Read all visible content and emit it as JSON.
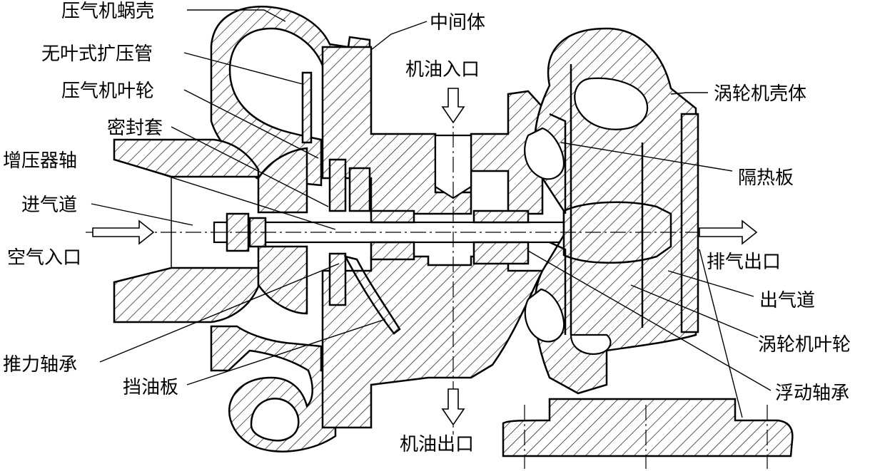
{
  "labels": {
    "compressor_housing": "压气机蜗壳",
    "vaneless_diffuser": "无叶式扩压管",
    "compressor_impeller": "压气机叶轮",
    "seal_sleeve": "密封套",
    "turbo_shaft": "增压器轴",
    "intake_duct": "进气道",
    "air_inlet": "空气入口",
    "thrust_bearing": "推力轴承",
    "oil_deflector": "挡油板",
    "center_housing": "中间体",
    "oil_inlet": "机油入口",
    "oil_outlet": "机油出口",
    "turbine_housing": "涡轮机壳体",
    "heat_shield": "隔热板",
    "exhaust_outlet": "排气出口",
    "outlet_duct": "出气道",
    "turbine_wheel": "涡轮机叶轮",
    "floating_bearing": "浮动轴承"
  },
  "colors": {
    "line": "#000000",
    "background": "#ffffff"
  }
}
